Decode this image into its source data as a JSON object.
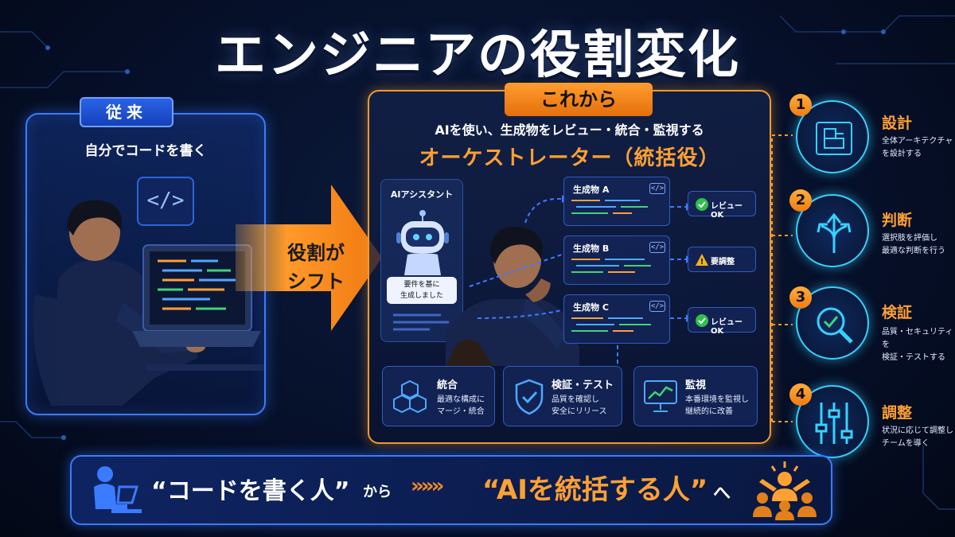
{
  "title": "エンジニアの役割変化",
  "left": {
    "badge": "従来",
    "subtitle": "自分でコードを書く",
    "code_icon": "</>"
  },
  "arrow": {
    "line1": "役割が",
    "line2": "シフト"
  },
  "main": {
    "badge": "これから",
    "subtitle": "AIを使い、生成物をレビュー・統合・監視する",
    "title": "オーケストレーター（統括役）",
    "ai_assistant": {
      "title": "AIアシスタント",
      "bubble_line1": "要件を基に",
      "bubble_line2": "生成しました"
    },
    "outputs": [
      {
        "label": "生成物 A",
        "code": "</>",
        "status": "レビューOK",
        "status_icon": "check-icon"
      },
      {
        "label": "生成物 B",
        "code": "</>",
        "status": "要調整",
        "status_icon": "warning-icon"
      },
      {
        "label": "生成物 C",
        "code": "</>",
        "status": "レビューOK",
        "status_icon": "check-icon"
      }
    ],
    "features": [
      {
        "title": "統合",
        "desc1": "最適な構成に",
        "desc2": "マージ・統合",
        "icon": "cubes-icon"
      },
      {
        "title": "検証・テスト",
        "desc1": "品質を確認し",
        "desc2": "安全にリリース",
        "icon": "shield-check-icon"
      },
      {
        "title": "監視",
        "desc1": "本番環境を監視し",
        "desc2": "継続的に改善",
        "icon": "monitor-chart-icon"
      }
    ]
  },
  "steps": [
    {
      "num": "1",
      "title": "設計",
      "desc1": "全体アーキテクチャ",
      "desc2": "を設計する",
      "icon": "blueprint-icon"
    },
    {
      "num": "2",
      "title": "判断",
      "desc1": "選択肢を評価し",
      "desc2": "最適な判断を行う",
      "icon": "split-arrows-icon"
    },
    {
      "num": "3",
      "title": "検証",
      "desc1": "品質・セキュリティを",
      "desc2": "検証・テストする",
      "icon": "magnifier-check-icon"
    },
    {
      "num": "4",
      "title": "調整",
      "desc1": "状況に応じて調整し",
      "desc2": "チームを導く",
      "icon": "sliders-icon"
    }
  ],
  "banner": {
    "left_text": "“コードを書く人”",
    "from": "から",
    "chevrons": "»»»",
    "right_text": "“AIを統括する人”",
    "to": "へ"
  },
  "colors": {
    "accent_orange": "#f29a2e",
    "accent_blue": "#3a7bff",
    "accent_cyan": "#38d1ff",
    "ok_green": "#2fbf4a",
    "warn_yellow": "#f2b21b"
  }
}
